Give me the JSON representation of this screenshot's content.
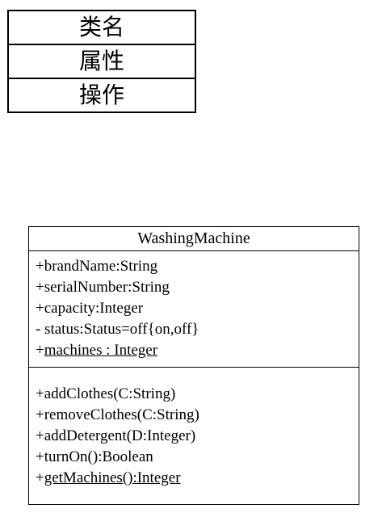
{
  "legend": {
    "rows": [
      "类名",
      "属性",
      "操作"
    ]
  },
  "uml_class": {
    "name": "WashingMachine",
    "attributes": [
      {
        "prefix": "+",
        "text": "brandName:String",
        "underline": false
      },
      {
        "prefix": "+",
        "text": "serialNumber:String",
        "underline": false
      },
      {
        "prefix": "+",
        "text": "capacity:Integer",
        "underline": false
      },
      {
        "prefix": "- ",
        "text": "status:Status=off{on,off}",
        "underline": false
      },
      {
        "prefix": "+",
        "text": "machines : Integer",
        "underline": true
      }
    ],
    "operations": [
      {
        "prefix": "+",
        "text": "addClothes(C:String)",
        "underline": false
      },
      {
        "prefix": "+",
        "text": "removeClothes(C:String)",
        "underline": false
      },
      {
        "prefix": "+",
        "text": "addDetergent(D:Integer)",
        "underline": false
      },
      {
        "prefix": "+",
        "text": "turnOn():Boolean",
        "underline": false
      },
      {
        "prefix": "+",
        "text": "getMachines():Integer",
        "underline": true
      }
    ]
  }
}
